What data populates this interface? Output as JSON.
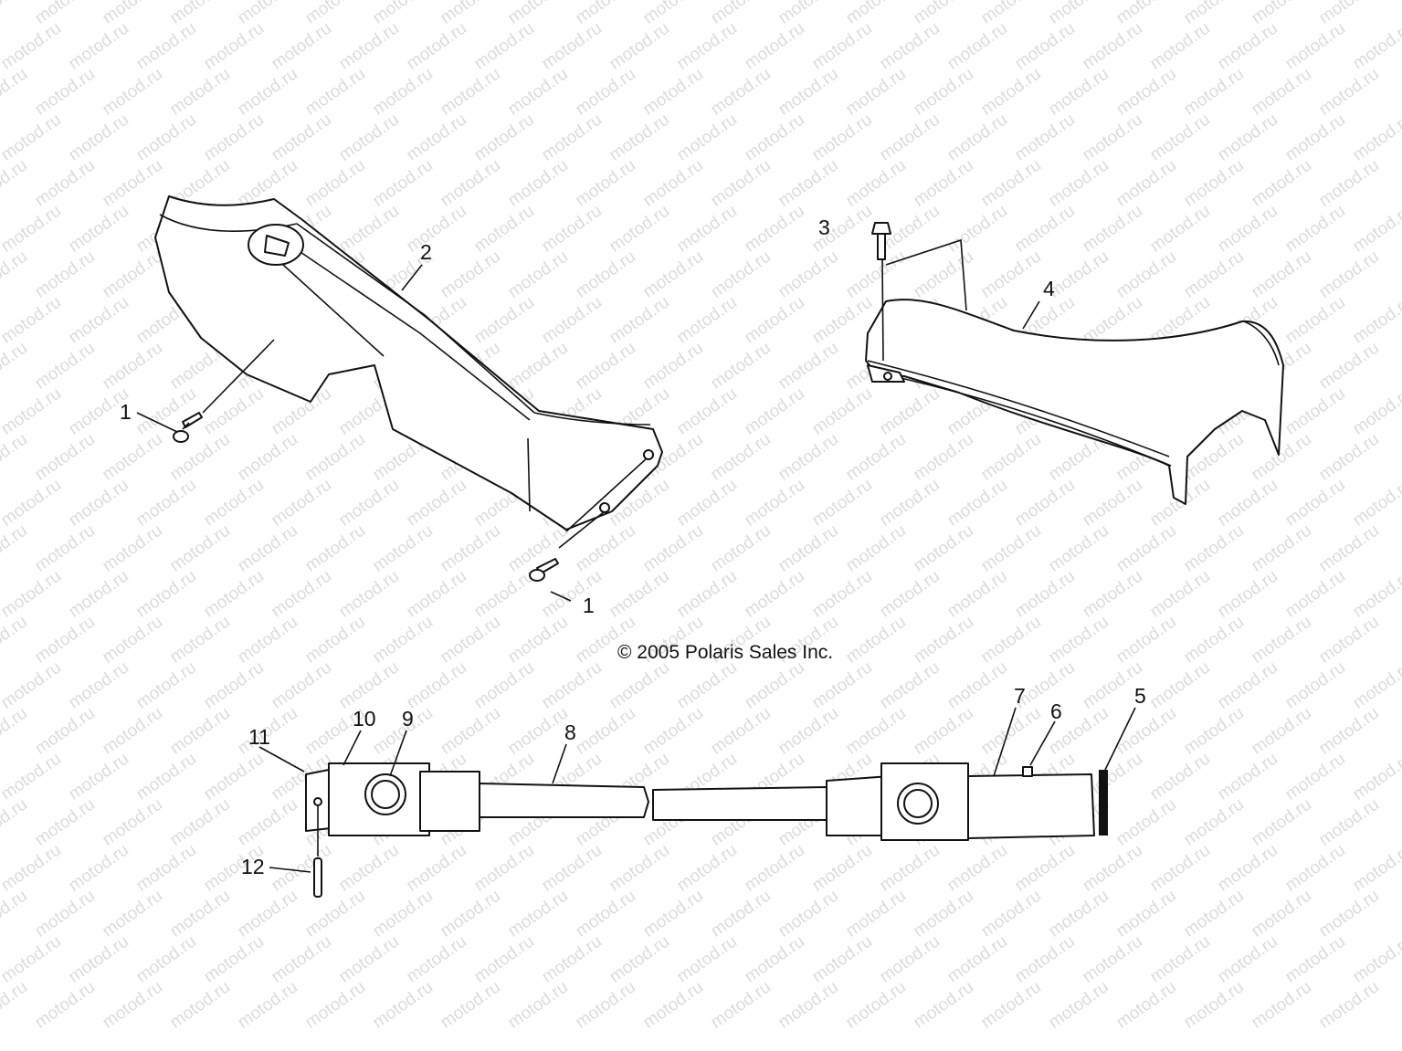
{
  "watermark": {
    "text": "motod.ru"
  },
  "copyright": "© 2005 Polaris Sales Inc.",
  "callouts": {
    "c1a": "1",
    "c1b": "1",
    "c2": "2",
    "c3": "3",
    "c4": "4",
    "c5": "5",
    "c6": "6",
    "c7": "7",
    "c8": "8",
    "c9": "9",
    "c10": "10",
    "c11": "11",
    "c12": "12"
  }
}
